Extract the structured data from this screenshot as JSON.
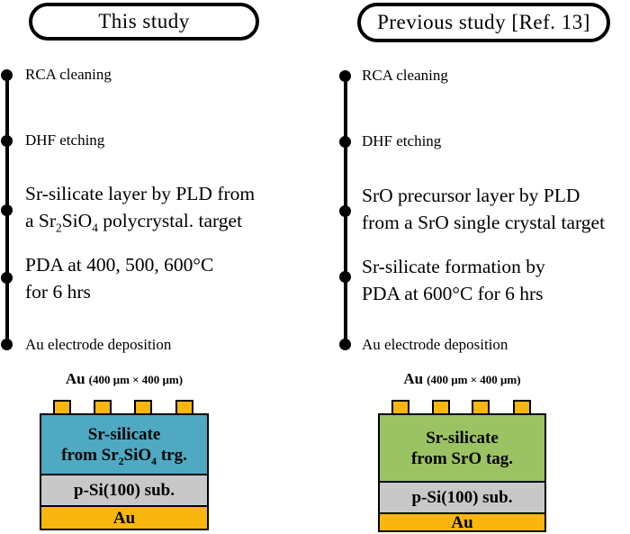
{
  "left": {
    "title": "This study",
    "steps": {
      "s1": "RCA cleaning",
      "s2": "DHF etching",
      "s3_l1": "Sr-silicate layer by PLD from",
      "s3_l2_a": "a Sr",
      "s3_l2_sub1": "2",
      "s3_l2_b": "SiO",
      "s3_l2_sub2": "4",
      "s3_l2_c": " polycrystal. target",
      "s4_l1": "PDA at 400, 500, 600°C",
      "s4_l2": "for 6 hrs",
      "s5": "Au electrode deposition"
    },
    "device": {
      "label_au": "Au",
      "label_dims": "(400 μm × 400 μm)",
      "layer1_l1": "Sr-silicate",
      "layer1_l2_a": "from Sr",
      "layer1_l2_sub1": "2",
      "layer1_l2_b": "SiO",
      "layer1_l2_sub2": "4",
      "layer1_l2_c": " trg.",
      "layer2": "p-Si(100) sub.",
      "layer3": "Au"
    }
  },
  "right": {
    "title": "Previous study [Ref. 13]",
    "steps": {
      "s1": "RCA cleaning",
      "s2": "DHF etching",
      "s3_l1": "SrO precursor layer by PLD",
      "s3_l2": "from a SrO single crystal target",
      "s4_l1": "Sr-silicate formation by",
      "s4_l2": "PDA at 600°C for 6 hrs",
      "s5": "Au electrode deposition"
    },
    "device": {
      "label_au": "Au",
      "label_dims": "(400 μm × 400 μm)",
      "layer1_l1": "Sr-silicate",
      "layer1_l2": "from SrO tag.",
      "layer2": "p-Si(100) sub.",
      "layer3": "Au"
    }
  },
  "colors": {
    "silicate_blue": "#4FA9C3",
    "silicate_green": "#9CC363",
    "gold": "#F9B60D",
    "substrate_gray": "#C8C8C8"
  }
}
